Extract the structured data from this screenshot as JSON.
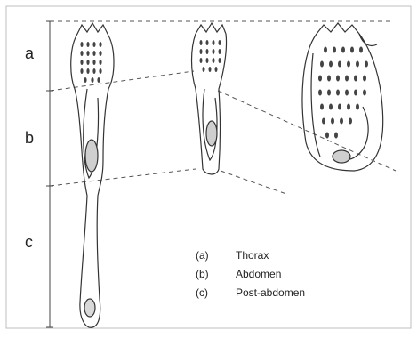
{
  "region_labels": {
    "a": "a",
    "b": "b",
    "c": "c"
  },
  "legend": [
    {
      "key": "(a)",
      "label": "Thorax"
    },
    {
      "key": "(b)",
      "label": "Abdomen"
    },
    {
      "key": "(c)",
      "label": "Post-abdomen"
    }
  ]
}
